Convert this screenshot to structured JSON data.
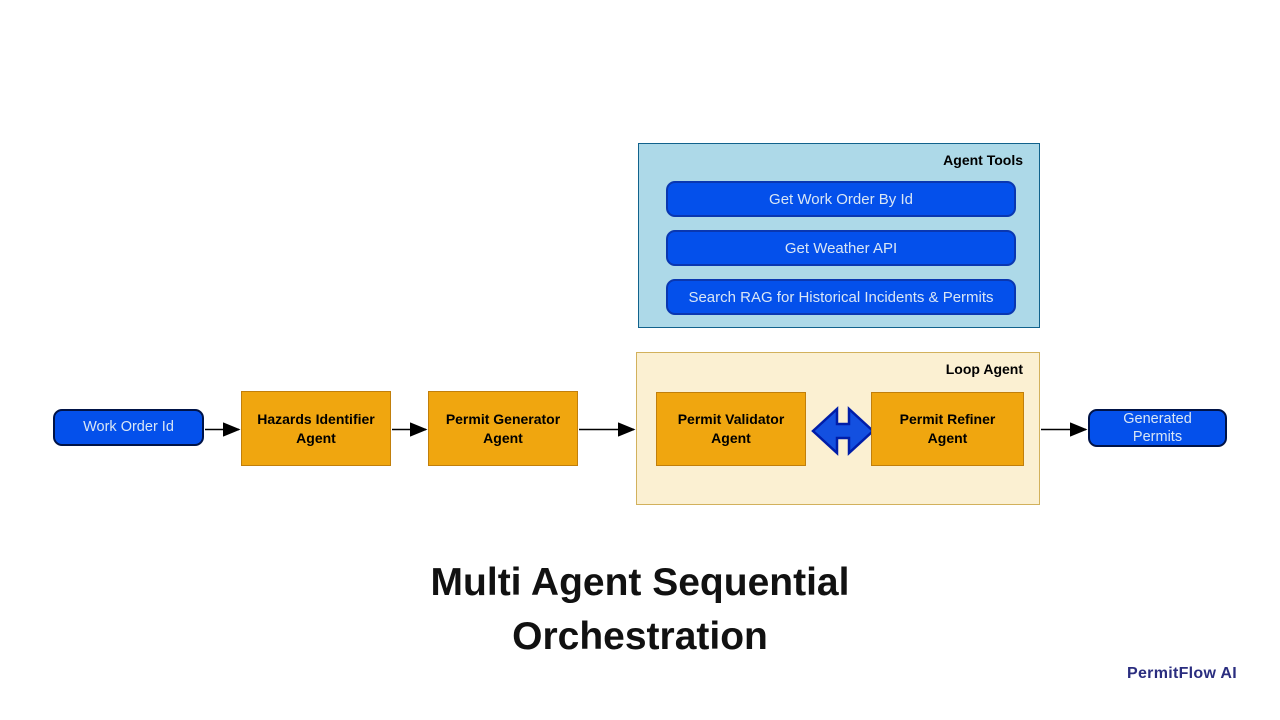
{
  "title": {
    "line1": "Multi Agent Sequential",
    "line2": "Orchestration"
  },
  "brand": {
    "label": "PermitFlow AI"
  },
  "flow": {
    "input_label": "Work Order Id",
    "agents": [
      {
        "label": "Hazards Identifier Agent"
      },
      {
        "label": "Permit Generator Agent"
      }
    ],
    "output_label": "Generated Permits"
  },
  "agent_tools": {
    "label": "Agent Tools",
    "tools": [
      "Get Work Order By Id",
      "Get Weather API",
      "Search RAG for Historical Incidents & Permits"
    ]
  },
  "loop_agent": {
    "label": "Loop Agent",
    "agents": [
      {
        "label": "Permit Validator Agent"
      },
      {
        "label": "Permit Refiner Agent"
      }
    ]
  },
  "colors": {
    "node_blue": "#0450EB",
    "tool_button_border": "#0A37B0",
    "terminal_border": "#001347",
    "node_text_light": "#D9E6F5",
    "agent_orange": "#F0A60F",
    "agent_orange_border": "#C17F0B",
    "tools_panel_bg": "#ADD9E8",
    "tools_panel_border": "#11628C",
    "loop_panel_bg": "#FBF0D2",
    "loop_panel_border": "#D2B15C",
    "loop_arrow_blue": "#1350E0",
    "loop_arrow_border": "#001DA8",
    "connector_black": "#000000",
    "brand_navy": "#2A2D7F"
  }
}
